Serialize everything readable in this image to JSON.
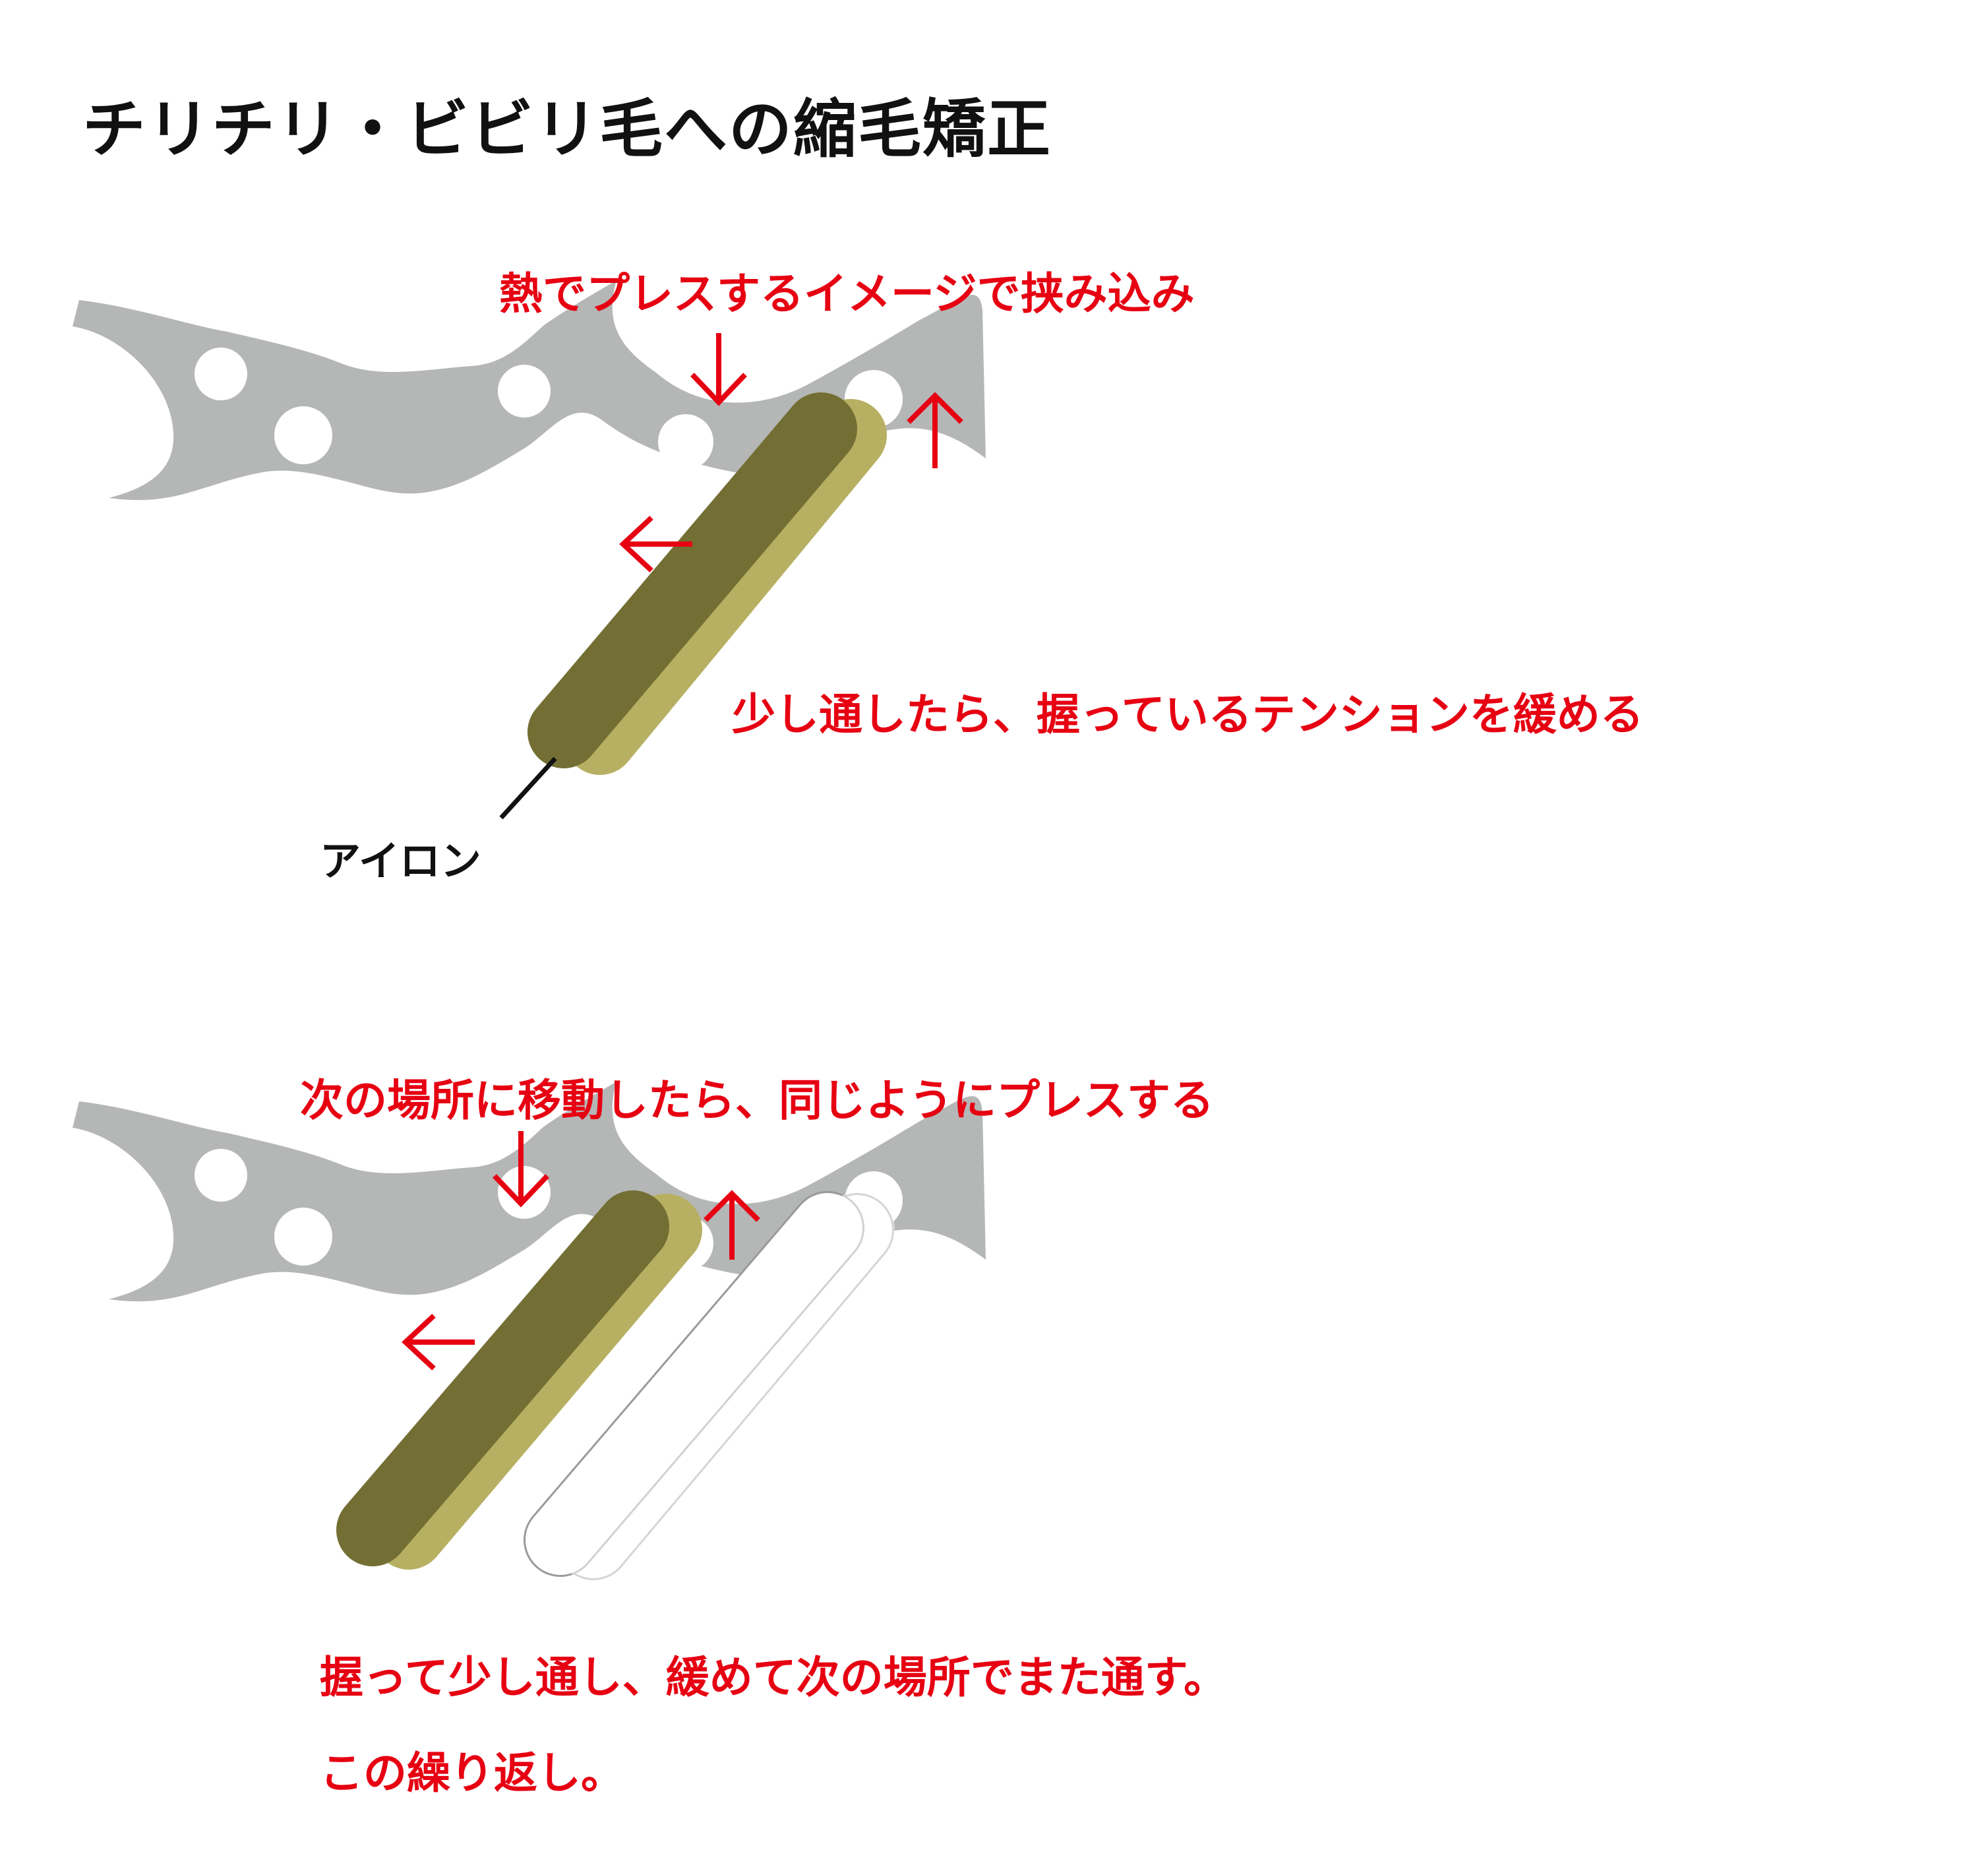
{
  "title": "チリチリ・ビビリ毛への縮毛矯正",
  "colors": {
    "accent": "#e60012",
    "hair": "#b5b6b6",
    "iron_dark": "#736f34",
    "iron_light": "#b7b062",
    "ghost_outline": "#9a9a9a",
    "text": "#111111"
  },
  "step1": {
    "top_caption": "熱でプレスするイメージで挟み込み",
    "side_caption": "少し通したら、握っているテンションを緩める",
    "iron_label": "アイロン"
  },
  "step2": {
    "top_caption": "次の場所に移動したら、同じようにプレスする"
  },
  "summary": {
    "line1": "握って少し通し、緩めて次の場所でまた通す。",
    "line2": "この繰り返し。"
  }
}
